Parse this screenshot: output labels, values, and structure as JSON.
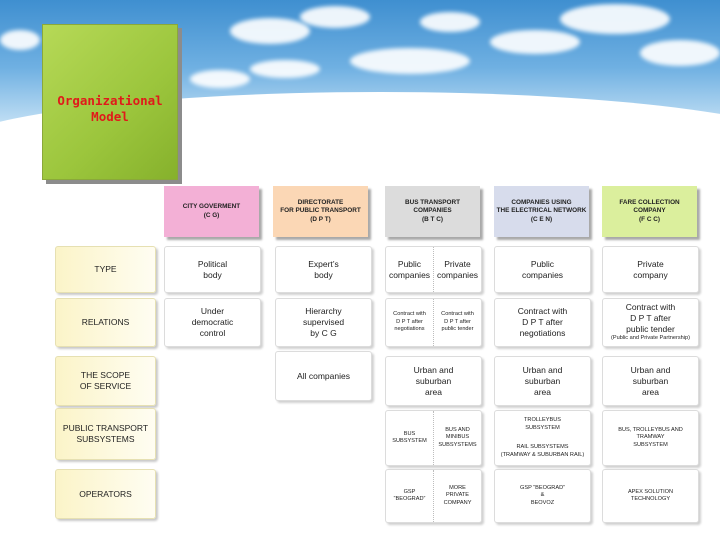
{
  "title": "Organizational\nModel",
  "colors": {
    "header_cg": "#f3b0d6",
    "header_dpt": "#fbd7b5",
    "header_btc": "#dcdcdc",
    "header_cen": "#d7dcec",
    "header_fcc": "#dbef9d",
    "title_text": "#e01a1a",
    "title_card": "#9bc53c"
  },
  "columns": [
    {
      "label": "CITY GOVERMENT\n(C G)"
    },
    {
      "label": "DIRECTORATE\nFOR PUBLIC TRANSPORT\n(D P T)"
    },
    {
      "label": "BUS TRANSPORT\nCOMPANIES\n(B T C)"
    },
    {
      "label": "COMPANIES USING\nTHE ELECTRICAL NETWORK\n(C E N)"
    },
    {
      "label": "FARE COLLECTION\nCOMPANY\n(F C C)"
    }
  ],
  "rows": [
    {
      "label": "TYPE"
    },
    {
      "label": "RELATIONS"
    },
    {
      "label": "THE SCOPE\nOF SERVICE"
    },
    {
      "label": "PUBLIC TRANSPORT\nSUBSYSTEMS"
    },
    {
      "label": "OPERATORS"
    }
  ],
  "cells": {
    "type": {
      "cg": "Political\nbody",
      "dpt": "Expert’s\nbody",
      "btc_left": "Public\ncompanies",
      "btc_right": "Private\ncompanies",
      "cen": "Public\ncompanies",
      "fcc": "Private\ncompany"
    },
    "relations": {
      "cg": "Under\ndemocratic\ncontrol",
      "dpt": "Hierarchy\nsupervised\nby C G",
      "btc_left": "Contract with\nD P T after\nnegotiations",
      "btc_right": "Contract with\nD P T after\npublic tender",
      "cen": "Contract with\nD P T after\nnegotiations",
      "fcc": "Contract with\nD P T after\npublic tender",
      "fcc_note": "(Public and Private Partnership)"
    },
    "scope": {
      "dpt": "All companies",
      "btc": "Urban and\nsuburban\narea",
      "cen": "Urban and\nsuburban\narea",
      "fcc": "Urban and\nsuburban\narea"
    },
    "subsystems": {
      "btc_left": "BUS\nSUBSYSTEM",
      "btc_right": "BUS AND\nMINIBUS\nSUBSYSTEMS",
      "cen_top": "TROLLEYBUS\nSUBSYSTEM",
      "cen_bottom": "RAIL SUBSYSTEMS\n(TRAMWAY & SUBURBAN RAIL)",
      "fcc": "BUS, TROLLEYBUS AND\nTRAMWAY\nSUBSYSTEM"
    },
    "operators": {
      "btc_left": "GSP\n“BEOGRAD”",
      "btc_right": "MORE\nPRIVATE\nCOMPANY",
      "cen": "GSP “BEOGRAD”\n&\nBEOVOZ",
      "fcc": "APEX SOLUTION\nTECHNOLOGY"
    }
  }
}
